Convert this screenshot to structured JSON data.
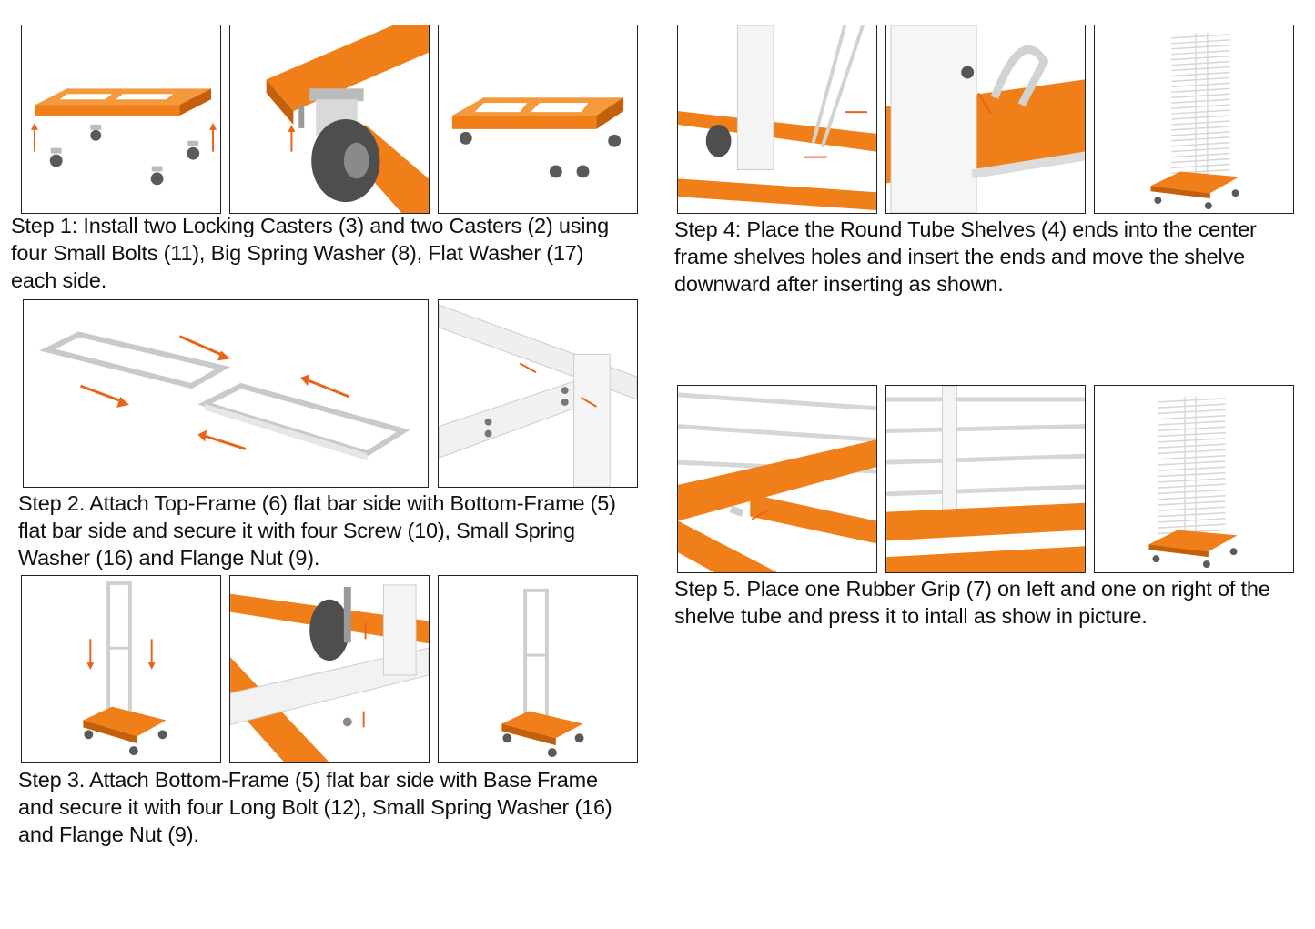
{
  "colors": {
    "frame_orange": "#f07f1a",
    "frame_orange_dark": "#c4600c",
    "upright_white": "#f4f4f4",
    "caster_grey": "#5a5a5a",
    "arrow_orange": "#e8641a",
    "panel_border": "#222222"
  },
  "steps": [
    {
      "id": "step-1",
      "lines": [
        "Step 1: Install two Locking Casters (3) and two Casters (2) using",
        " four Small Bolts (11), Big Spring Washer (8), Flat Washer (17)",
        " each side."
      ]
    },
    {
      "id": "step-2",
      "lines": [
        "Step 2. Attach Top-Frame (6) flat bar side with Bottom-Frame (5)",
        " flat bar side and secure it with four Screw (10), Small Spring",
        " Washer (16) and Flange Nut (9)."
      ]
    },
    {
      "id": "step-3",
      "lines": [
        "Step 3. Attach Bottom-Frame (5) flat bar side with Base Frame",
        " and secure it with four Long Bolt (12), Small Spring Washer (16)",
        " and Flange Nut (9)."
      ]
    },
    {
      "id": "step-4",
      "lines": [
        "Step 4: Place the Round Tube Shelves (4) ends into the center",
        " frame shelves holes and insert the ends and move the shelve",
        " downward after inserting as shown."
      ]
    },
    {
      "id": "step-5",
      "lines": [
        "Step 5. Place one Rubber Grip (7) on left and one on right of the",
        " shelve tube and press it to intall as show in picture."
      ]
    }
  ]
}
